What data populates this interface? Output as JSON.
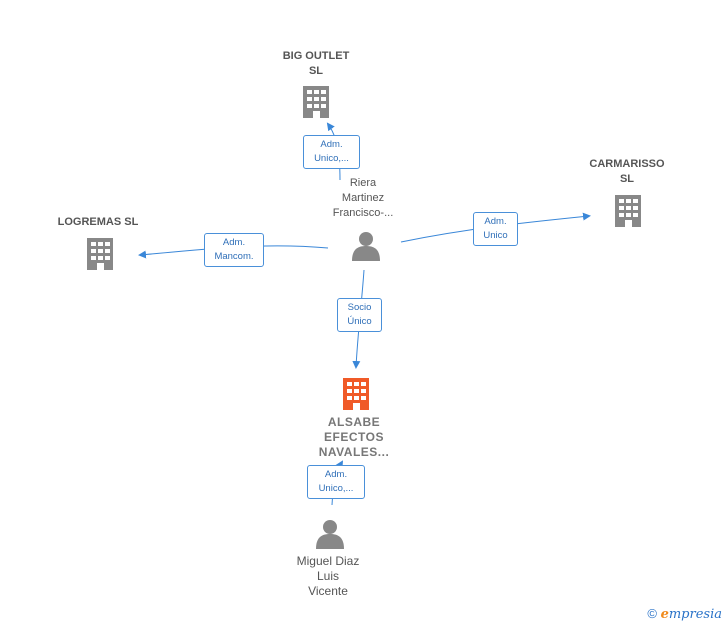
{
  "colors": {
    "company": "#888888",
    "main_company": "#f05a28",
    "person": "#888888",
    "edge": "#3a87d8"
  },
  "nodes": {
    "big_outlet": {
      "label_line1": "BIG OUTLET",
      "label_line2": "SL",
      "icon": "building-icon"
    },
    "carmarisso": {
      "label_line1": "CARMARISSO",
      "label_line2": "SL",
      "icon": "building-icon"
    },
    "logremas": {
      "label_line1": "LOGREMAS SL",
      "icon": "building-icon"
    },
    "riera": {
      "label_line1": "Riera",
      "label_line2": "Martinez",
      "label_line3": "Francisco-...",
      "icon": "person-icon"
    },
    "alsabe": {
      "label_line1": "ALSABE",
      "label_line2": "EFECTOS",
      "label_line3": "NAVALES...",
      "icon": "building-icon"
    },
    "miguel": {
      "label_line1": "Miguel Diaz",
      "label_line2": "Luis",
      "label_line3": "Vicente",
      "icon": "person-icon"
    }
  },
  "edges": {
    "to_big_outlet": {
      "line1": "Adm.",
      "line2": "Unico,..."
    },
    "to_carmarisso": {
      "line1": "Adm.",
      "line2": "Unico"
    },
    "to_logremas": {
      "line1": "Adm.",
      "line2": "Mancom."
    },
    "to_alsabe": {
      "line1": "Socio",
      "line2": "Único"
    },
    "miguel_to_alsabe": {
      "line1": "Adm.",
      "line2": "Unico,..."
    }
  },
  "footer": {
    "copyright": "©",
    "brand_first": "e",
    "brand_rest": "mpresia"
  }
}
